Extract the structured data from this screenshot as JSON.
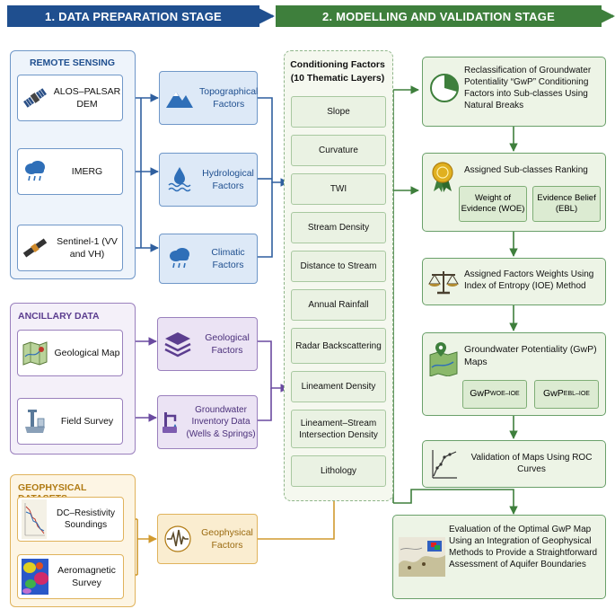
{
  "stages": {
    "stage1": "1. DATA PREPARATION STAGE",
    "stage2": "2. MODELLING AND VALIDATION STAGE"
  },
  "remote_sensing": {
    "title": "REMOTE SENSING",
    "items": [
      {
        "label": "ALOS–PALSAR DEM",
        "icon": "satellite-icon"
      },
      {
        "label": "IMERG",
        "icon": "rain-cloud-icon"
      },
      {
        "label": "Sentinel-1 (VV and VH)",
        "icon": "satellite-icon"
      }
    ],
    "factors": [
      {
        "label": "Topographical Factors",
        "icon": "mountain-icon"
      },
      {
        "label": "Hydrological Factors",
        "icon": "water-drop-icon"
      },
      {
        "label": "Climatic Factors",
        "icon": "rain-cloud-icon"
      }
    ]
  },
  "ancillary": {
    "title": "ANCILLARY DATA",
    "items": [
      {
        "label": "Geological Map",
        "icon": "map-icon"
      },
      {
        "label": "Field Survey",
        "icon": "well-icon"
      }
    ],
    "factors": [
      {
        "label": "Geological Factors",
        "icon": "layers-icon"
      },
      {
        "label": "Groundwater Inventory Data (Wells & Springs)",
        "icon": "tap-icon"
      }
    ]
  },
  "geophysical": {
    "title": "GEOPHYSICAL DATASETS",
    "items": [
      {
        "label": "DC–Resistivity Soundings",
        "icon": "sounding-chart-icon"
      },
      {
        "label": "Aeromagnetic Survey",
        "icon": "magnetic-map-icon"
      }
    ],
    "factor": {
      "label": "Geophysical Factors",
      "icon": "waveform-icon"
    }
  },
  "conditioning": {
    "title": "Conditioning Factors (10 Thematic Layers)",
    "layers": [
      "Slope",
      "Curvature",
      "TWI",
      "Stream Density",
      "Distance to Stream",
      "Annual Rainfall",
      "Radar Backscattering",
      "Lineament Density",
      "Lineament–Stream Intersection Density",
      "Lithology"
    ]
  },
  "modelling": {
    "reclass": {
      "text": "Reclassification of Groundwater Potentiality “GwP” Conditioning Factors into Sub-classes Using Natural Breaks",
      "icon": "pie-chart-icon"
    },
    "ranking": {
      "title": "Assigned Sub-classes Ranking",
      "sub1": "Weight of Evidence (WOE)",
      "sub2": "Evidence Belief (EBL)",
      "icon": "award-ribbon-icon"
    },
    "weights": {
      "text": "Assigned Factors Weights Using Index of Entropy (IOE) Method",
      "icon": "balance-scale-icon"
    },
    "maps": {
      "title": "Groundwater Potentiality (GwP) Maps",
      "sub1_main": "GwP",
      "sub1_sub": "WOE–IOE",
      "sub2_main": "GwP",
      "sub2_sub": "EBL–IOE",
      "icon": "map-pin-icon"
    },
    "validation": {
      "text": "Validation of Maps Using ROC Curves",
      "icon": "roc-curve-icon"
    },
    "evaluation": {
      "text": "Evaluation of the Optimal GwP Map Using an Integration of Geophysical Methods to Provide a Straightforward Assessment of Aquifer Boundaries",
      "icon": "terrain-map-icon"
    }
  },
  "colors": {
    "stage1": "#1f4f8f",
    "stage2": "#3e7f3c",
    "blue_border": "#6f97c8",
    "purple_border": "#9a80bd",
    "gold_border": "#e0b35c",
    "green_border": "#6aa06a"
  }
}
